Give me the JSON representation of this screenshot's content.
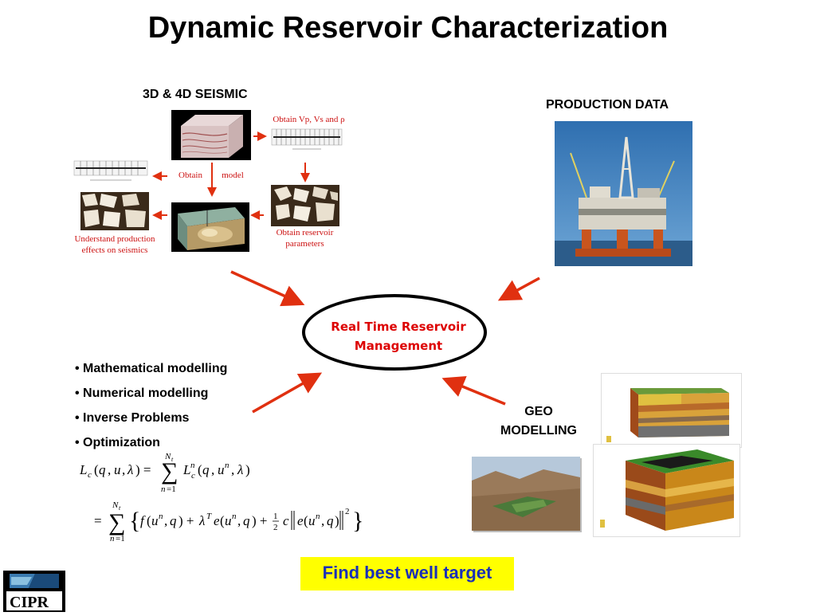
{
  "title": "Dynamic Reservoir Characterization",
  "seismic": {
    "header": "3D & 4D SEISMIC",
    "obtain_vp": "Obtain Vp, Vs and ρ",
    "obtain_word": "Obtain",
    "model_word": "model",
    "obtain_reservoir": [
      "Obtain reservoir",
      "parameters"
    ],
    "understand": [
      "Understand production",
      "effects on seismics"
    ]
  },
  "production": {
    "header": "PRODUCTION DATA"
  },
  "center": {
    "line1": "Real Time Reservoir",
    "line2": "Management"
  },
  "bullets": [
    "Mathematical modelling",
    "Numerical modelling",
    "Inverse Problems",
    "Optimization"
  ],
  "geo": {
    "line1": "GEO",
    "line2": "MODELLING"
  },
  "action": {
    "label": "Find best well target"
  },
  "logo": {
    "text": "CIPR"
  },
  "colors": {
    "arrow": "#e03010",
    "annotation": "#cc1111",
    "center_text": "#dd0000",
    "action_bg": "#ffff00",
    "action_text": "#1a2fb8"
  }
}
